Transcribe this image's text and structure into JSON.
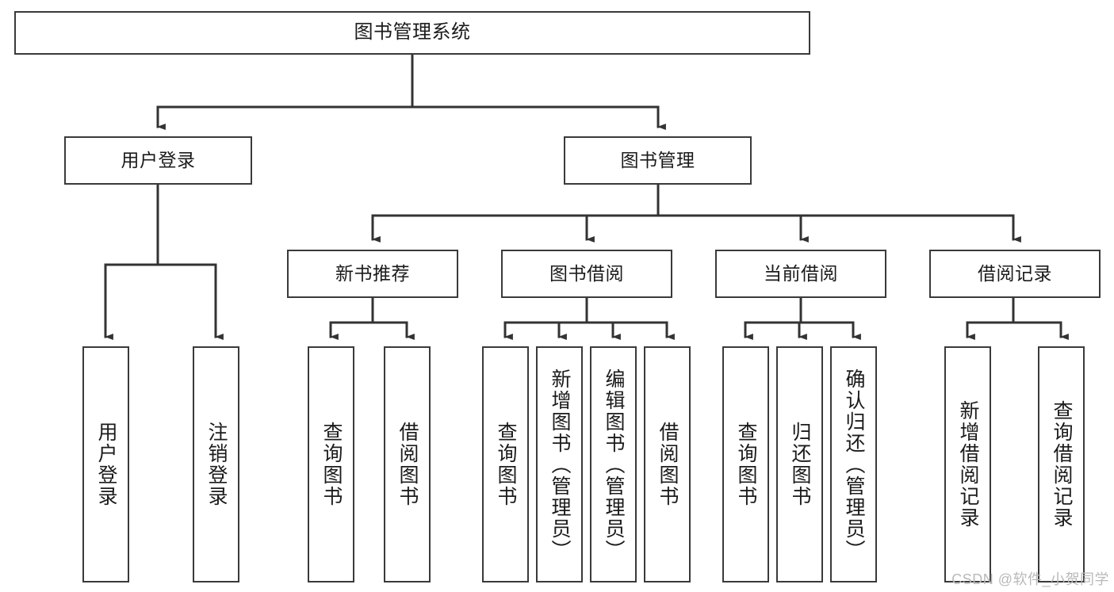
{
  "diagram": {
    "title": "图书管理系统",
    "type": "tree",
    "watermark": "CSDN @软件_小贺同学",
    "colors": {
      "box_border": "#3a3a3a",
      "box_fill": "#ffffff",
      "connector": "#333333",
      "text": "#1b1b1b",
      "watermark": "#b9b9b9"
    },
    "nodes": {
      "root": {
        "label": "图书管理系统"
      },
      "level2": [
        {
          "id": "user-login",
          "label": "用户登录"
        },
        {
          "id": "book-manage",
          "label": "图书管理"
        }
      ],
      "level3": [
        {
          "id": "new-book-recommend",
          "label": "新书推荐"
        },
        {
          "id": "book-borrow",
          "label": "图书借阅"
        },
        {
          "id": "current-borrow",
          "label": "当前借阅"
        },
        {
          "id": "borrow-record",
          "label": "借阅记录"
        }
      ],
      "leaves": [
        {
          "id": "leaf-user-login",
          "parent": "user-login",
          "label": "用户登录"
        },
        {
          "id": "leaf-logout-login",
          "parent": "user-login",
          "label": "注销登录"
        },
        {
          "id": "leaf-query-book-1",
          "parent": "new-book-recommend",
          "label": "查询图书"
        },
        {
          "id": "leaf-borrow-book-1",
          "parent": "new-book-recommend",
          "label": "借阅图书"
        },
        {
          "id": "leaf-query-book-2",
          "parent": "book-borrow",
          "label": "查询图书"
        },
        {
          "id": "leaf-add-book",
          "parent": "book-borrow",
          "label": "新增图书（管理员）"
        },
        {
          "id": "leaf-edit-book",
          "parent": "book-borrow",
          "label": "编辑图书（管理员）"
        },
        {
          "id": "leaf-borrow-book-2",
          "parent": "book-borrow",
          "label": "借阅图书"
        },
        {
          "id": "leaf-query-book-3",
          "parent": "current-borrow",
          "label": "查询图书"
        },
        {
          "id": "leaf-return-book",
          "parent": "current-borrow",
          "label": "归还图书"
        },
        {
          "id": "leaf-confirm-return",
          "parent": "current-borrow",
          "label": "确认归还（管理员）"
        },
        {
          "id": "leaf-add-record",
          "parent": "borrow-record",
          "label": "新增借阅记录"
        },
        {
          "id": "leaf-query-record",
          "parent": "borrow-record",
          "label": "查询借阅记录"
        }
      ]
    }
  }
}
